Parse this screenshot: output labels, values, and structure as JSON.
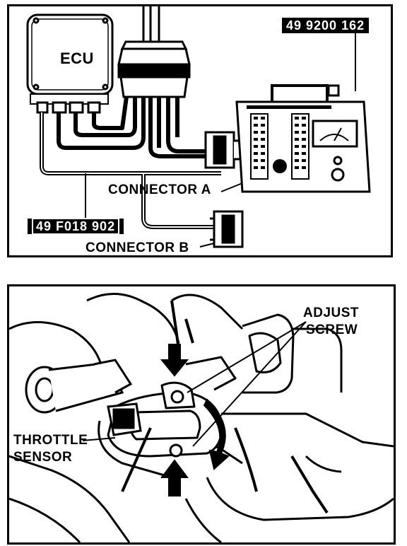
{
  "top_diagram": {
    "ecu_label": "ECU",
    "tester_part_number": "49 9200 162",
    "harness_part_number": "49 F018 902",
    "connector_a_label": "CONNECTOR A",
    "connector_b_label": "CONNECTOR B"
  },
  "bottom_diagram": {
    "adjust_screw_label_line1": "ADJUST",
    "adjust_screw_label_line2": "SCREW",
    "throttle_sensor_label_line1": "THROTTLE",
    "throttle_sensor_label_line2": "SENSOR"
  },
  "colors": {
    "ink": "#000000",
    "paper": "#ffffff"
  }
}
